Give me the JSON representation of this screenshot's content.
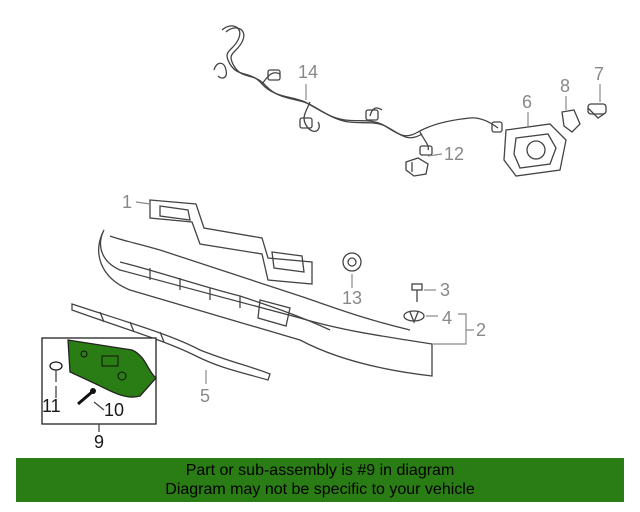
{
  "diagram": {
    "callouts": {
      "c1": "1",
      "c2": "2",
      "c3": "3",
      "c4": "4",
      "c5": "5",
      "c6": "6",
      "c7": "7",
      "c8": "8",
      "c9": "9",
      "c10": "10",
      "c11": "11",
      "c12": "12",
      "c13": "13",
      "c14": "14"
    },
    "highlight_part": "9",
    "highlight_color": "#2a7d14"
  },
  "banner": {
    "line1": "Part or sub-assembly is #9 in diagram",
    "line2": "Diagram may not be specific to your vehicle",
    "background": "#2a7d14"
  }
}
